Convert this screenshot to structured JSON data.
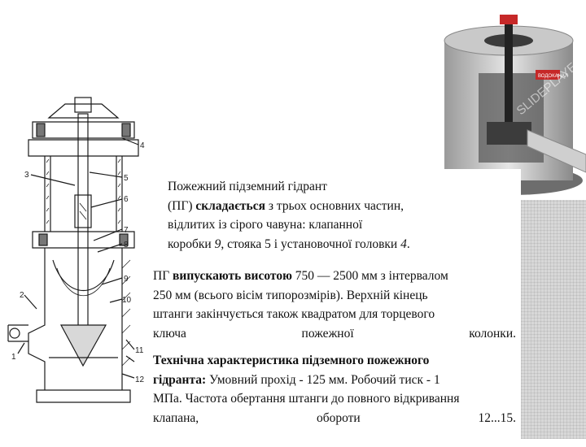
{
  "diagram": {
    "callouts": [
      "1",
      "2",
      "3",
      "4",
      "5",
      "6",
      "7",
      "8",
      "9",
      "10",
      "11",
      "12"
    ]
  },
  "photo": {
    "watermark": "SLIDEPLAYER",
    "tag": "ВОДОКАНАЛ"
  },
  "paragraph1": {
    "l1": "Пожежний підземний гідрант",
    "l2_a": "(ПГ) ",
    "l2_b": "складається",
    "l2_c": " з трьох основних частин,",
    "l3": "відлитих із сірого чавуна: клапанної",
    "l4_a": "коробки ",
    "l4_b": "9",
    "l4_c": ", стояка 5 і установочної головки ",
    "l4_d": "4",
    "l4_e": "."
  },
  "paragraph2": {
    "l1_a": "ПГ ",
    "l1_b": "випускають висотою",
    "l1_c": " 750 — 2500 мм з інтервалом",
    "l2": "250 мм (всього вісім типорозмірів). Верхній кінець",
    "l3": "штанги закінчується також квадратом для торцевого",
    "l4": "ключа пожежної колонки."
  },
  "paragraph3": {
    "l1": "Технічна характеристика підземного пожежного",
    "l2_a": "гідранта:",
    "l2_b": " Умовний прохід - 125 мм. Робочий тиск -   1",
    "l3": "МПа. Частота обертання штанги до повного відкривання",
    "l4": "клапана, обороти 12...15."
  }
}
